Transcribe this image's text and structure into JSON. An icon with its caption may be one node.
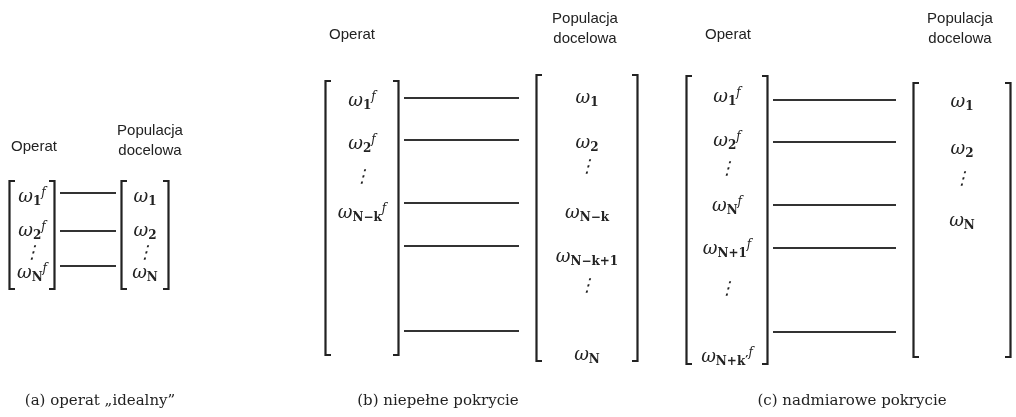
{
  "diagram": {
    "nodes": [
      {
        "text": [
          "Operat",
          "ω$_{1}$$^{f}$",
          "ω$_{2}$$^{f}$",
          "⋮",
          "ω$_{N}$$^{f}$"
        ]
      },
      {
        "text": [
          "Populacja docelowa",
          "ω$_{1}$",
          "ω$_{2}$",
          "⋮",
          "ω$_{N}$"
        ]
      },
      {
        "text": [
          "Operat",
          "ω$_{1}$$^{f}$",
          "ω$_{2}$$^{f}$",
          "⋮",
          "ω$_{N−k}$$^{f}$"
        ]
      },
      {
        "text": [
          "Populacja docelowa",
          "ω$_{1}$",
          "ω$_{2}$",
          "⋮",
          "ω$_{N−k}$",
          "ω$_{N−k+1}$",
          "⋮",
          "ω$_{N}$"
        ]
      },
      {
        "text": [
          "Operat",
          "ω$_{1}$$^{f}$",
          "ω$_{2}$$^{f}$",
          "⋮",
          "ω$_{N}$$^{f}$",
          "ω$_{N+1}$$^{f}$",
          "⋮",
          "ω$_{N+k′}$$^{f}$"
        ]
      },
      {
        "text": [
          "Populacja docelowa",
          "ω$_{1}$",
          "ω$_{2}$",
          "⋮",
          "ω$_{N}$"
        ]
      }
    ],
    "edges": [
      {
        "from": 0,
        "to": 1,
        "arrow": "none"
      },
      {
        "from": 0,
        "to": 1,
        "arrow": "none"
      },
      {
        "from": 0,
        "to": 1,
        "arrow": "none"
      },
      {
        "from": 2,
        "to": 3,
        "arrow": "none"
      },
      {
        "from": 2,
        "to": 3,
        "arrow": "none"
      },
      {
        "from": 2,
        "to": 3,
        "arrow": "none"
      },
      {
        "from": 2,
        "to": 3,
        "arrow": "none"
      },
      {
        "from": 2,
        "to": 3,
        "arrow": "none"
      },
      {
        "from": 4,
        "to": 5,
        "arrow": "none"
      },
      {
        "from": 4,
        "to": 5,
        "arrow": "none"
      },
      {
        "from": 4,
        "to": 5,
        "arrow": "none"
      },
      {
        "from": 4,
        "to": 5,
        "arrow": "none"
      },
      {
        "from": 4,
        "to": 5,
        "arrow": "none"
      }
    ],
    "labels": [
      "(a) operat „idealny”",
      "(b) niepełne pokrycie",
      "(c) nadmiarowe pokrycie"
    ]
  }
}
